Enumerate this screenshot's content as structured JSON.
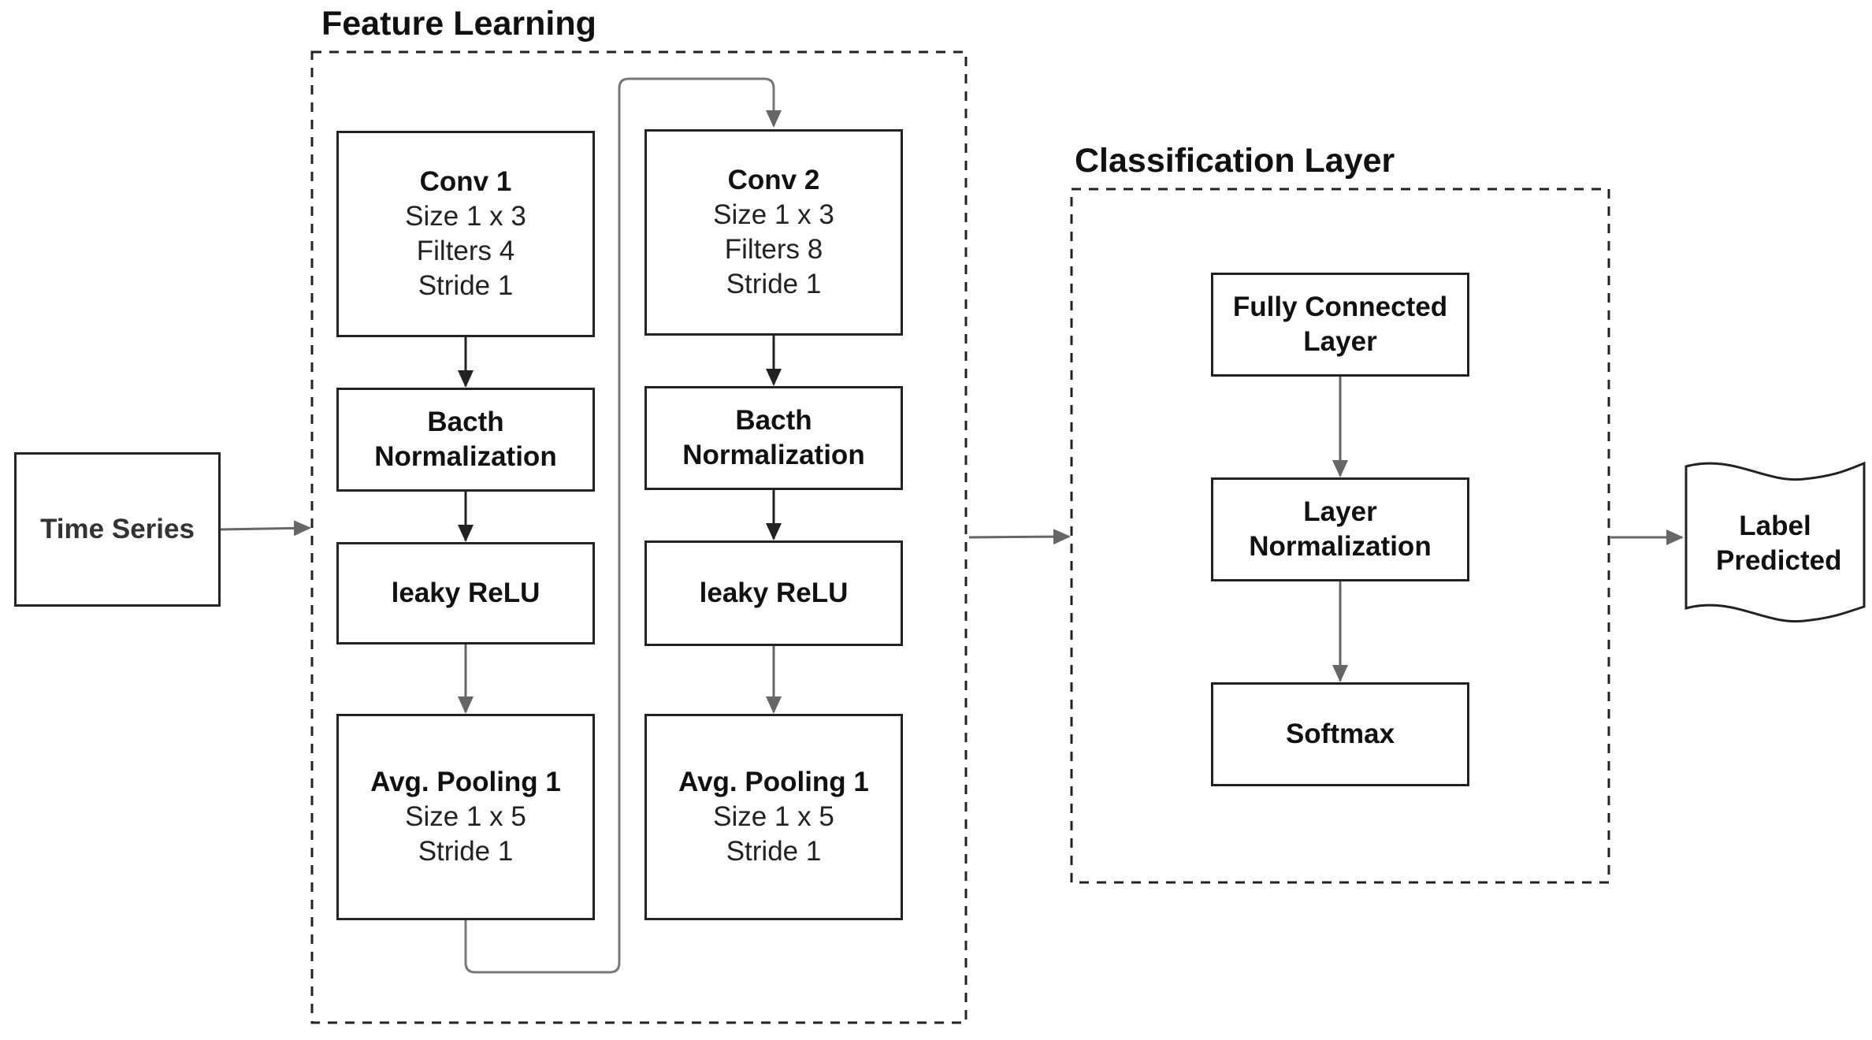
{
  "diagram": {
    "input": {
      "title": "Time Series"
    },
    "feature_learning": {
      "title": "Feature Learning",
      "left_column": {
        "conv": {
          "title": "Conv 1",
          "details": [
            "Size 1 x 3",
            "Filters 4",
            "Stride 1"
          ]
        },
        "batch_norm": {
          "title": "Bacth Normalization"
        },
        "activation": {
          "title": "leaky ReLU"
        },
        "pooling": {
          "title": "Avg. Pooling 1",
          "details": [
            "Size 1 x 5",
            "Stride 1"
          ]
        }
      },
      "right_column": {
        "conv": {
          "title": "Conv 2",
          "details": [
            "Size 1 x 3",
            "Filters 8",
            "Stride 1"
          ]
        },
        "batch_norm": {
          "title": "Bacth Normalization"
        },
        "activation": {
          "title": "leaky ReLU"
        },
        "pooling": {
          "title": "Avg. Pooling 1",
          "details": [
            "Size 1 x 5",
            "Stride 1"
          ]
        }
      }
    },
    "classification": {
      "title": "Classification Layer",
      "fully_connected": {
        "title": "Fully Connected Layer"
      },
      "layer_norm": {
        "title": "Layer Normalization"
      },
      "softmax": {
        "title": "Softmax"
      }
    },
    "output": {
      "title": "Label Predicted"
    }
  },
  "colors": {
    "box_border": "#222222",
    "arrow_dark": "#222222",
    "arrow_gray": "#666666",
    "connector": "#777777",
    "dashed_border": "#222222"
  }
}
